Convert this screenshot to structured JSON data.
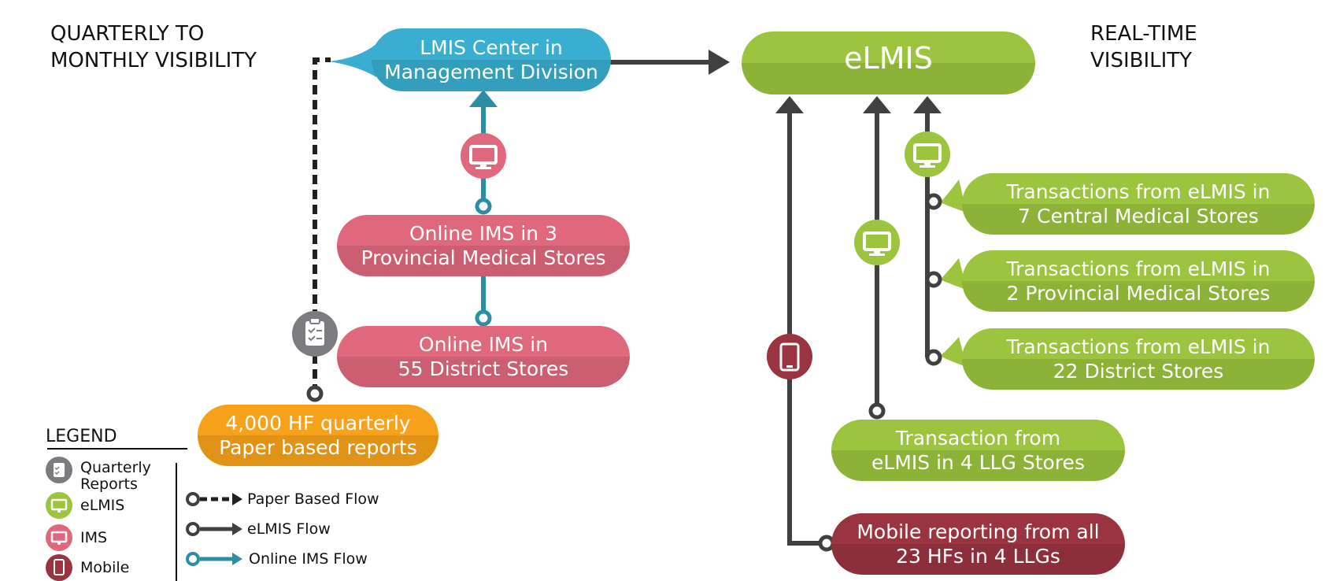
{
  "headings": {
    "left": "QUARTERLY TO\nMONTHLY VISIBILITY",
    "right": "REAL-TIME\nVISIBILITY"
  },
  "nodes": {
    "lmis_center": "LMIS Center in\nManagement Division",
    "elmis": "eLMIS",
    "ims_provincial": "Online IMS in 3\nProvincial Medical Stores",
    "ims_district": "Online IMS in\n55 District Stores",
    "hf_paper": "4,000 HF quarterly\nPaper based reports",
    "tx_central": "Transactions from eLMIS in\n7 Central Medical Stores",
    "tx_provincial": "Transactions from eLMIS in\n2 Provincial Medical Stores",
    "tx_district": "Transactions from eLMIS in\n22 District Stores",
    "tx_llg": "Transaction from\neLMIS in 4 LLG Stores",
    "mobile": "Mobile reporting from all\n23 HFs in 4 LLGs"
  },
  "legend": {
    "title": "LEGEND",
    "items": {
      "quarterly": "Quarterly\nReports",
      "elmis": "eLMIS",
      "ims": "IMS",
      "mobile": "Mobile"
    },
    "flows": {
      "paper": "Paper Based Flow",
      "elmis": "eLMIS Flow",
      "ims": "Online IMS Flow"
    }
  },
  "colors": {
    "blue": "#3aaed0",
    "green": "#9cc43e",
    "pink": "#e0687d",
    "orange": "#f8a21b",
    "maroon": "#9b3441",
    "gray": "#7d7b80",
    "line": "#404040",
    "teal": "#2a8fa3"
  }
}
